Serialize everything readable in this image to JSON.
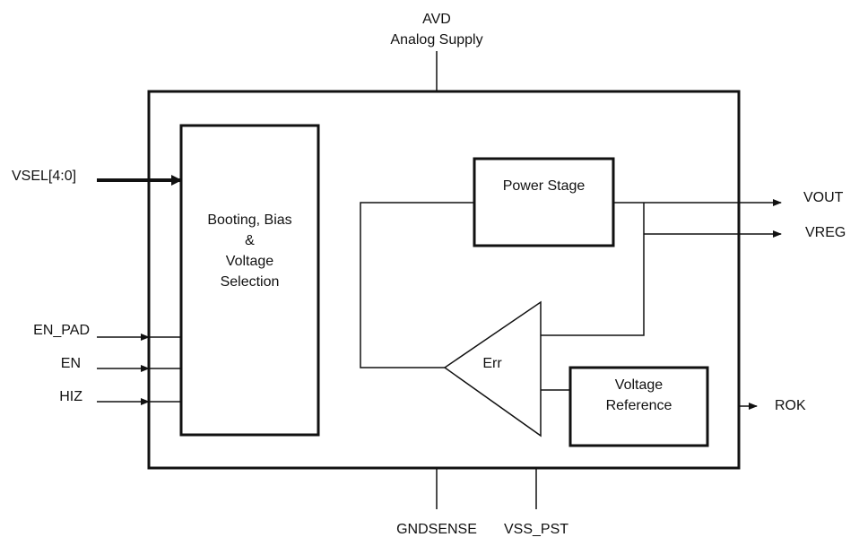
{
  "supply": {
    "name": "AVD",
    "description": "Analog Supply"
  },
  "blocks": {
    "bias": {
      "lines": [
        "Booting, Bias",
        "&",
        "Voltage",
        "Selection"
      ]
    },
    "power_stage": {
      "label": "Power Stage"
    },
    "error_amp": {
      "label": "Err"
    },
    "voltage_reference": {
      "lines": [
        "Voltage",
        "Reference"
      ]
    }
  },
  "inputs": {
    "vsel": "VSEL[4:0]",
    "en_pad": "EN_PAD",
    "en": "EN",
    "hiz": "HIZ"
  },
  "outputs": {
    "vout": "VOUT",
    "vreg": "VREG",
    "rok": "ROK"
  },
  "ground": {
    "gndsense": "GNDSENSE",
    "vss_pst": "VSS_PST"
  },
  "colors": {
    "line": "#111111",
    "background": "#ffffff"
  }
}
